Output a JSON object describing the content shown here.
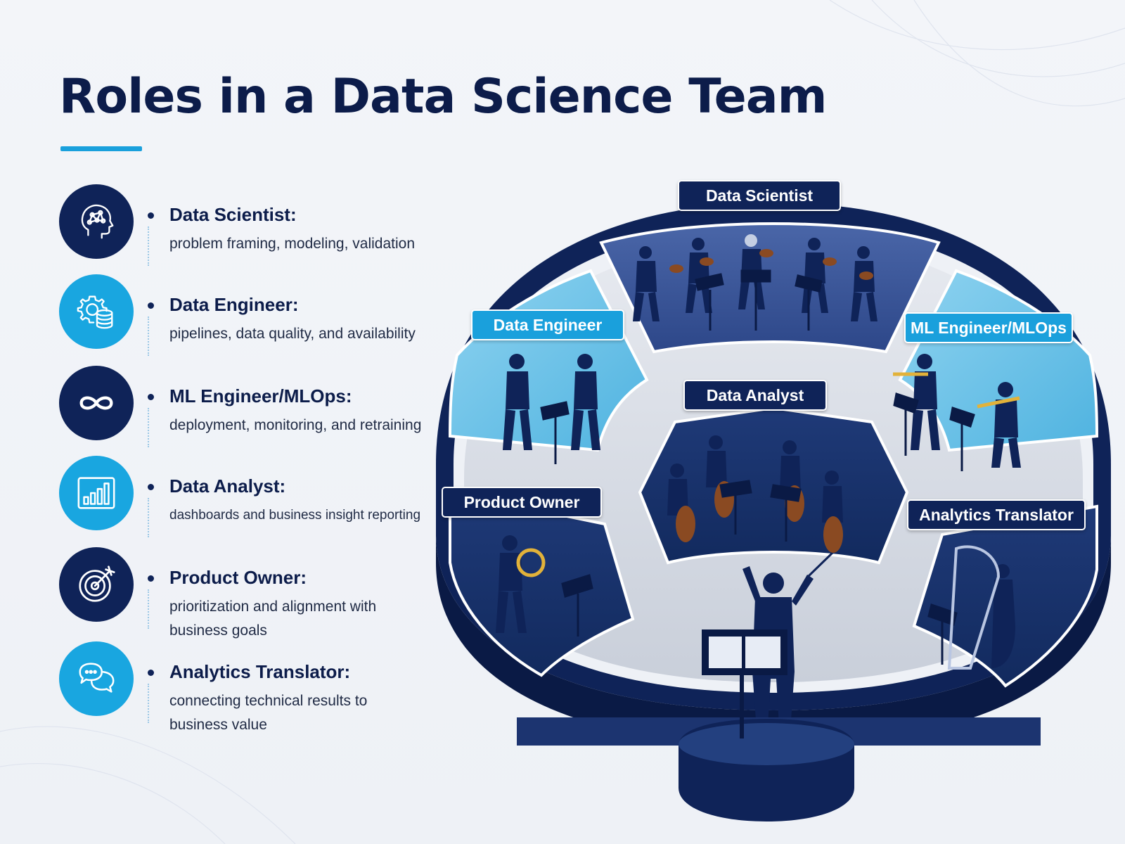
{
  "title": "Roles in a Data Science Team",
  "colors": {
    "navy": "#0f2358",
    "accent_blue": "#1aa0dc",
    "light_blue": "#6fc3e6",
    "mid_blue": "#2e4a8a",
    "floor_gray": "#d7dbe3"
  },
  "roles": [
    {
      "name": "Data Scientist:",
      "description": "problem framing, modeling, validation",
      "icon": "brain-network-icon",
      "icon_style": "dark"
    },
    {
      "name": "Data Engineer:",
      "description": "pipelines, data quality, and availability",
      "icon": "gear-database-icon",
      "icon_style": "light"
    },
    {
      "name": "ML Engineer/MLOps:",
      "description": "deployment, monitoring, and retraining",
      "icon": "infinity-loop-icon",
      "icon_style": "dark"
    },
    {
      "name": "Data Analyst:",
      "description": "dashboards and business insight reporting",
      "icon": "bar-chart-icon",
      "icon_style": "light"
    },
    {
      "name": "Product Owner:",
      "description": "prioritization and alignment with business goals",
      "icon": "target-arrow-icon",
      "icon_style": "dark"
    },
    {
      "name": "Analytics Translator:",
      "description": "connecting technical results to business value",
      "icon": "chat-bubbles-icon",
      "icon_style": "light"
    }
  ],
  "stage_sections": {
    "data_scientist": "Data Scientist",
    "data_engineer": "Data Engineer",
    "ml_engineer": "ML Engineer/MLOps",
    "data_analyst": "Data Analyst",
    "product_owner": "Product Owner",
    "analytics_translator": "Analytics Translator"
  }
}
